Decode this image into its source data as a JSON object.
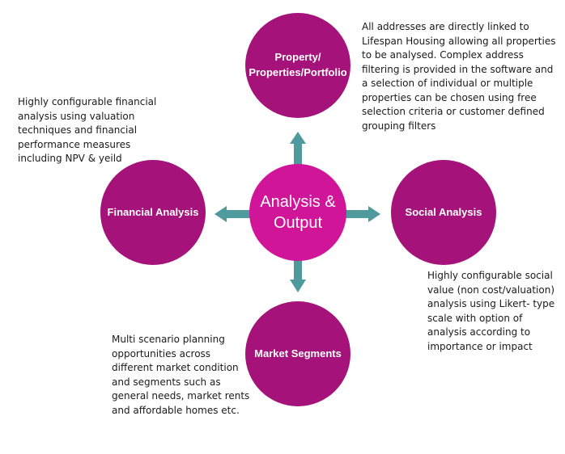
{
  "center": {
    "label": "Analysis &\nOutput"
  },
  "nodes": {
    "property": {
      "label": "Property/\nProperties/Portfolio"
    },
    "financial": {
      "label": "Financial Analysis"
    },
    "social": {
      "label": "Social Analysis"
    },
    "market": {
      "label": "Market Segments"
    }
  },
  "notes": {
    "property": "All addresses are directly linked to\nLifespan Housing allowing all properties\nto be analysed. Complex address\nfiltering is provided in the software and\na selection of individual or multiple\nproperties can be chosen using free\nselection criteria or customer defined\ngrouping filters",
    "financial": "Highly configurable financial\nanalysis using valuation\ntechniques and financial\nperformance measures\nincluding NPV & yeild",
    "social": "Highly configurable social\nvalue (non cost/valuation)\nanalysis using Likert- type\nscale with option of\nanalysis according to\nimportance or impact",
    "market": "Multi scenario planning\nopportunities across\ndifferent market condition\nand segments such as\ngeneral needs, market rents\nand affordable homes etc."
  },
  "colors": {
    "node": "#a4127a",
    "center": "#d11599",
    "arrow": "#4e9a9c"
  }
}
